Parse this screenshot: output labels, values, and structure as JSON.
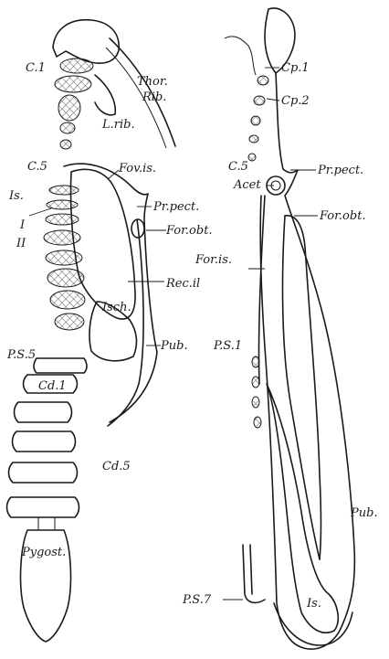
{
  "figure": {
    "left_view": {
      "labels": {
        "c1": "C.1",
        "thor_rib_1": "Thor.",
        "thor_rib_2": "Rib.",
        "l_rib": "L.rib.",
        "c5": "C.5",
        "fov_is": "Fov.is.",
        "is": "Is.",
        "pr_pect": "Pr.pect.",
        "roman_1": "I",
        "roman_2": "II",
        "for_obt": "For.obt.",
        "rec_il": "Rec.il",
        "isch": "Isch.",
        "ps5": "P.S.5",
        "pub": "Pub.",
        "cd1": "Cd.1",
        "cd5": "Cd.5",
        "pygost": "Pygost."
      }
    },
    "right_view": {
      "labels": {
        "cp1": "Cp.1",
        "cp2": "Cp.2",
        "c5": "C.5",
        "pr_pect": "Pr.pect.",
        "acet": "Acet",
        "for_obt": "For.obt.",
        "for_is": "For.is.",
        "ps1": "P.S.1",
        "pub": "Pub.",
        "ps7": "P.S.7",
        "is": "Is."
      }
    }
  }
}
